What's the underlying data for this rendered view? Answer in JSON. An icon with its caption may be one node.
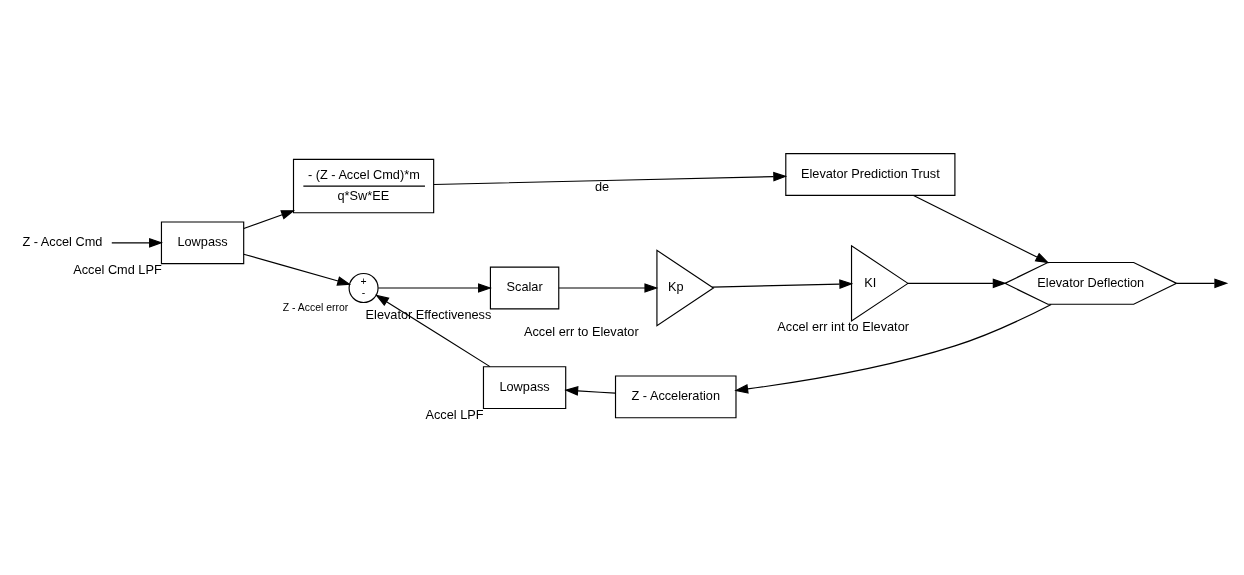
{
  "diagram": {
    "nodes": [
      {
        "text": [
          "Z - Accel Cmd"
        ]
      },
      {
        "text": [
          "Lowpass"
        ],
        "beside": [
          "Accel Cmd LPF"
        ]
      },
      {
        "text": [
          "- (Z - Accel Cmd)*m",
          "q*Sw*EE"
        ]
      },
      {
        "text": [
          "Elevator Prediction Trust"
        ]
      },
      {
        "text": [
          "+",
          "-"
        ],
        "beside": [
          "Z - Accel error"
        ]
      },
      {
        "text": [
          "Scalar"
        ],
        "beside": [
          "Elevator Effectiveness"
        ]
      },
      {
        "text": [
          "Kp"
        ],
        "beside": [
          "Accel err to Elevator"
        ]
      },
      {
        "text": [
          "KI"
        ],
        "beside": [
          "Accel err int to Elevator"
        ]
      },
      {
        "text": [
          "Elevator Deflection"
        ]
      },
      {
        "text": [
          "Z - Acceleration"
        ]
      },
      {
        "text": [
          "Lowpass"
        ],
        "beside": [
          "Accel LPF"
        ]
      }
    ],
    "edges": [
      {
        "from": 0,
        "to": 1,
        "arrow": "to"
      },
      {
        "from": 1,
        "to": 2,
        "arrow": "to"
      },
      {
        "from": 1,
        "to": 4,
        "arrow": "to"
      },
      {
        "from": 2,
        "to": 3,
        "arrow": "to",
        "label": "de"
      },
      {
        "from": 3,
        "to": 8,
        "arrow": "to"
      },
      {
        "from": 4,
        "to": 5,
        "arrow": "to"
      },
      {
        "from": 5,
        "to": 6,
        "arrow": "to"
      },
      {
        "from": 6,
        "to": 7,
        "arrow": "to"
      },
      {
        "from": 7,
        "to": 8,
        "arrow": "to"
      },
      {
        "from": 8,
        "to": null,
        "arrow": "to"
      },
      {
        "from": 8,
        "to": 9,
        "arrow": "to"
      },
      {
        "from": 9,
        "to": 10,
        "arrow": "to"
      },
      {
        "from": 10,
        "to": 4,
        "arrow": "to"
      }
    ]
  }
}
